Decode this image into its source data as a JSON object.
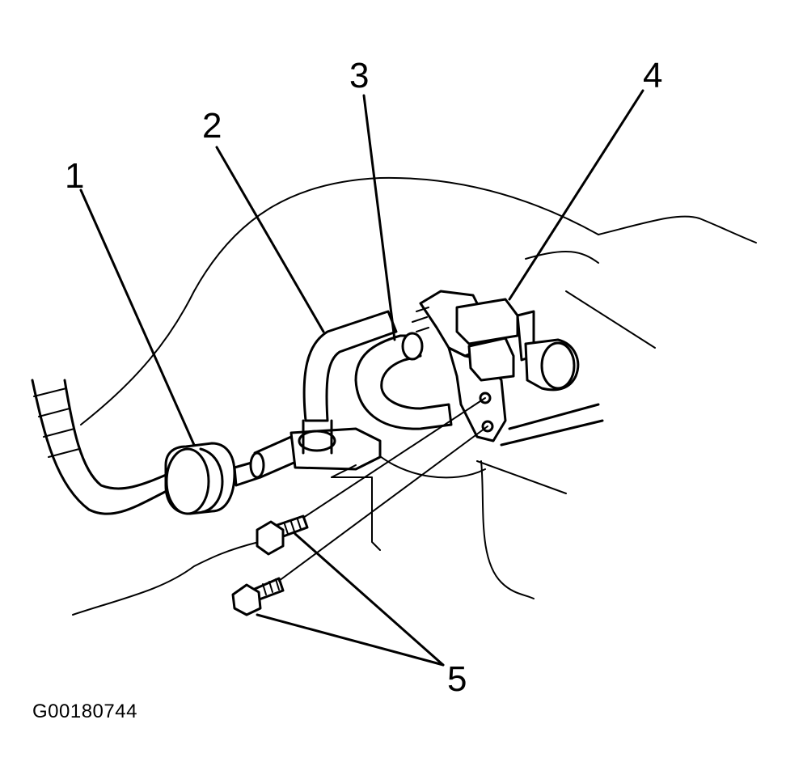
{
  "figure_id": "G00180744",
  "callouts": [
    {
      "id": "1",
      "label": "1"
    },
    {
      "id": "2",
      "label": "2"
    },
    {
      "id": "3",
      "label": "3"
    },
    {
      "id": "4",
      "label": "4"
    },
    {
      "id": "5",
      "label": "5"
    }
  ],
  "colors": {
    "ink": "#000000",
    "paper": "#ffffff"
  }
}
